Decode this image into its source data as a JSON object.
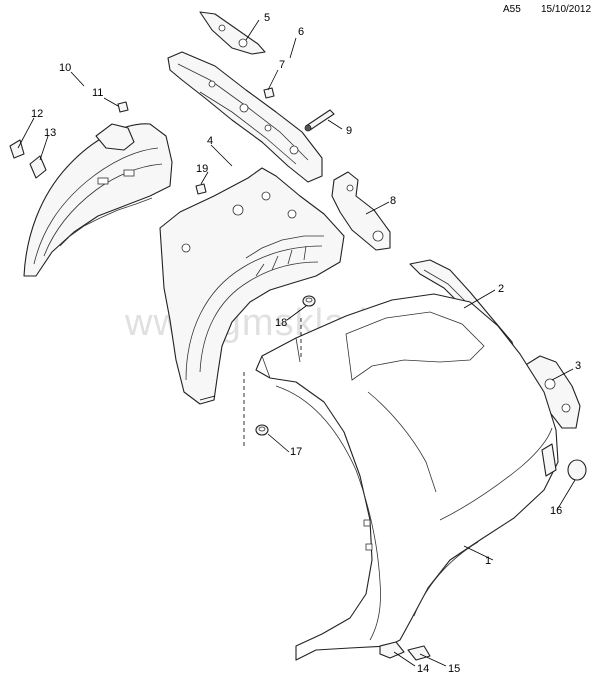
{
  "header": {
    "page_code": "A55",
    "date": "15/10/2012"
  },
  "watermark": "www.gmsklad.ru",
  "callouts": [
    "1",
    "2",
    "3",
    "4",
    "5",
    "6",
    "7",
    "8",
    "9",
    "10",
    "11",
    "12",
    "13",
    "14",
    "15",
    "16",
    "17",
    "18",
    "19"
  ]
}
